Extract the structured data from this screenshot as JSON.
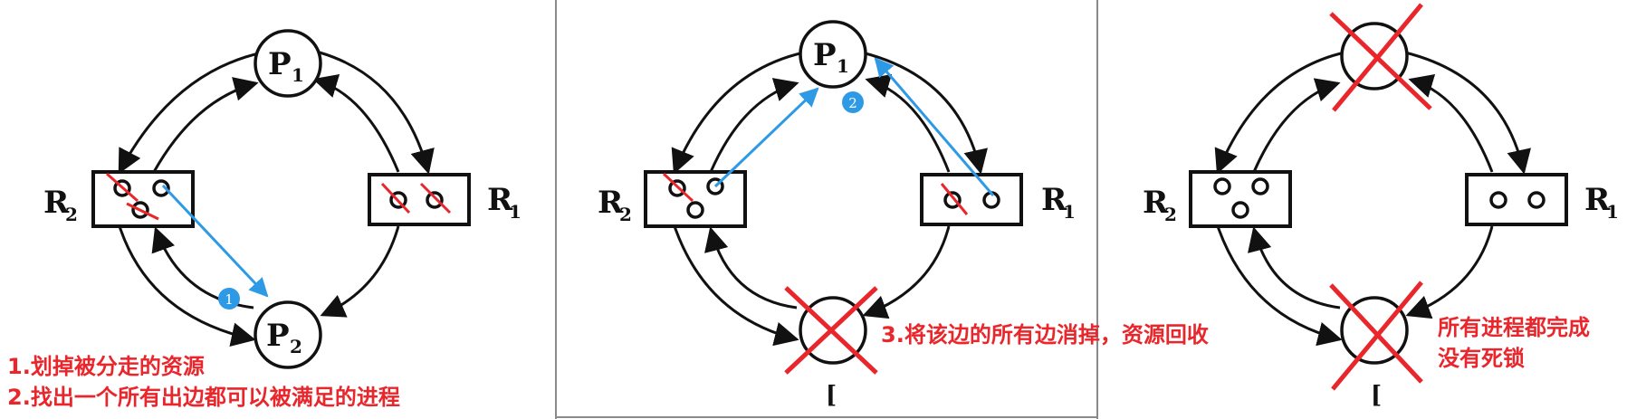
{
  "colors": {
    "ink": "#111111",
    "annotation_red": "#e8262b",
    "arrow_blue": "#2e9ae6",
    "panel_border": "#8a8a8a"
  },
  "panels": [
    {
      "id": "panel-1",
      "process_top": "P",
      "process_top_sub": "1",
      "process_bottom": "P",
      "process_bottom_sub": "2",
      "resource_left": "R",
      "resource_left_sub": "2",
      "resource_right": "R",
      "resource_right_sub": "1",
      "step_badge": "1",
      "notes": [
        "1.划掉被分走的资源",
        "2.找出一个所有出边都可以被满足的进程"
      ]
    },
    {
      "id": "panel-2",
      "process_top": "P",
      "process_top_sub": "1",
      "resource_left": "R",
      "resource_left_sub": "2",
      "resource_right": "R",
      "resource_right_sub": "1",
      "step_badge": "2",
      "notes": [
        "3.将该边的所有边消掉，资源回收"
      ],
      "below_label": "["
    },
    {
      "id": "panel-3",
      "resource_left": "R",
      "resource_left_sub": "2",
      "resource_right": "R",
      "resource_right_sub": "1",
      "notes": [
        "所有进程都完成",
        "没有死锁"
      ],
      "below_label": "["
    }
  ]
}
